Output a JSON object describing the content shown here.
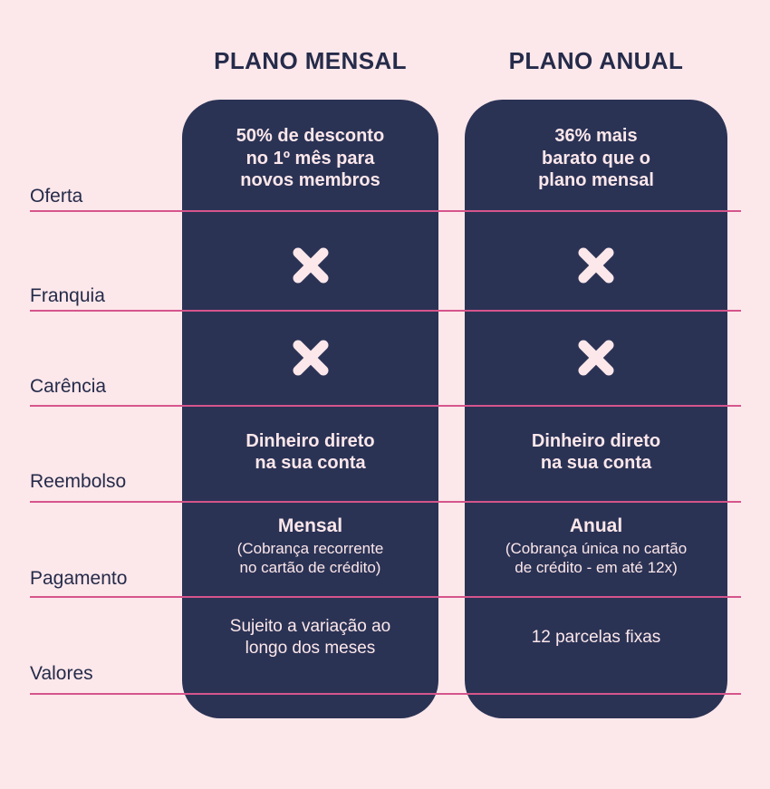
{
  "colors": {
    "background": "#FCE7EA",
    "card": "#2B3355",
    "divider": "#D6558C",
    "label_text": "#252B4A",
    "card_text": "#FCE7EA"
  },
  "columns": [
    {
      "id": "monthly",
      "header": "PLANO MENSAL"
    },
    {
      "id": "annual",
      "header": "PLANO ANUAL"
    }
  ],
  "rows": [
    {
      "label": "Oferta",
      "monthly": {
        "kind": "text",
        "text": "50% de desconto\nno 1º mês para\nnovos membros"
      },
      "annual": {
        "kind": "text",
        "text": "36% mais\nbarato que o\nplano mensal"
      }
    },
    {
      "label": "Franquia",
      "monthly": {
        "kind": "icon",
        "icon": "cross-icon"
      },
      "annual": {
        "kind": "icon",
        "icon": "cross-icon"
      }
    },
    {
      "label": "Carência",
      "monthly": {
        "kind": "icon",
        "icon": "cross-icon"
      },
      "annual": {
        "kind": "icon",
        "icon": "cross-icon"
      }
    },
    {
      "label": "Reembolso",
      "monthly": {
        "kind": "text",
        "text": "Dinheiro direto\nna sua conta"
      },
      "annual": {
        "kind": "text",
        "text": "Dinheiro direto\nna sua conta"
      }
    },
    {
      "label": "Pagamento",
      "monthly": {
        "kind": "title-sub",
        "title": "Mensal",
        "sub": "(Cobrança recorrente\nno cartão de crédito)"
      },
      "annual": {
        "kind": "title-sub",
        "title": "Anual",
        "sub": "(Cobrança única no cartão\nde crédito - em até 12x)"
      }
    },
    {
      "label": "Valores",
      "monthly": {
        "kind": "plain",
        "text": "Sujeito a variação ao\nlongo dos meses"
      },
      "annual": {
        "kind": "plain",
        "text": "12 parcelas fixas"
      }
    }
  ]
}
